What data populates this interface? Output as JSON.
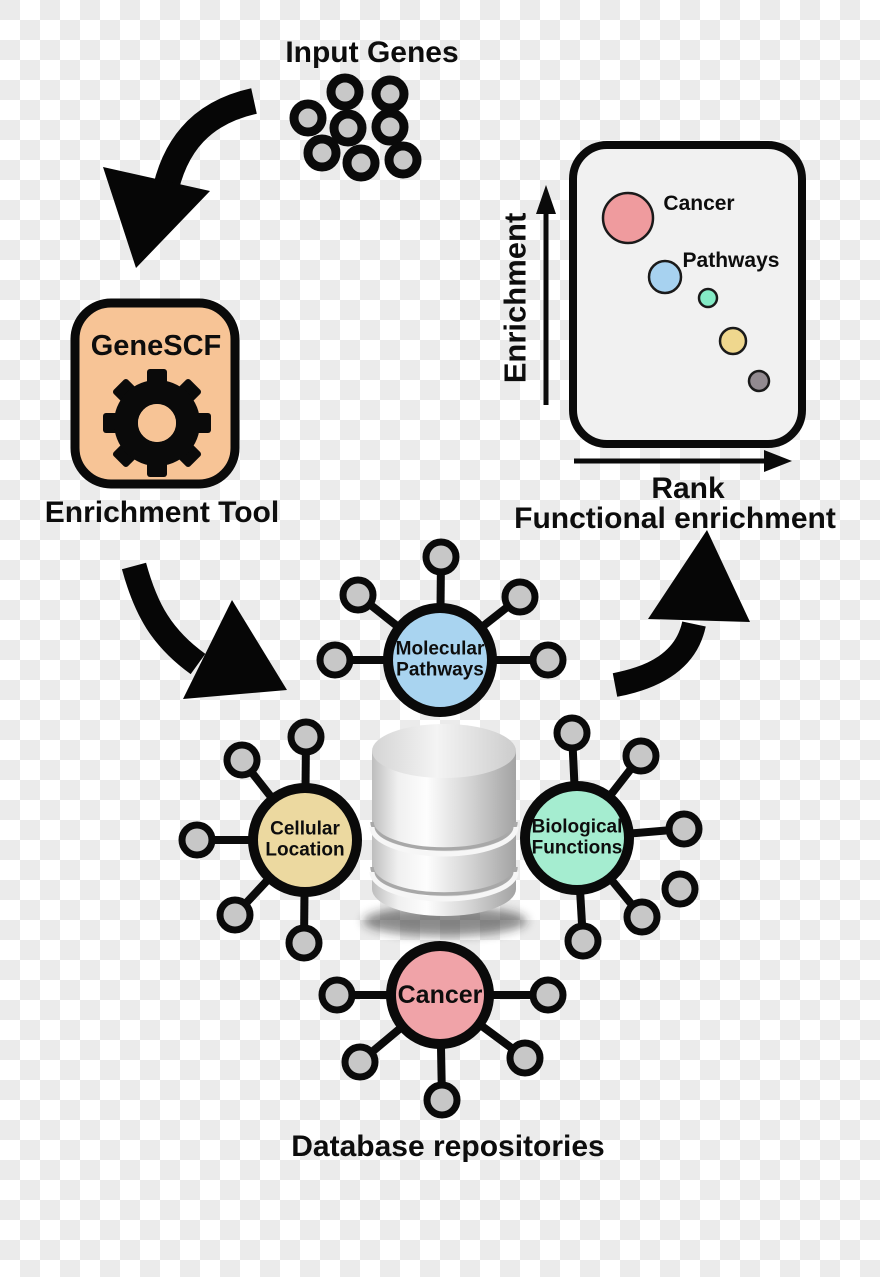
{
  "header": {
    "input_genes_label": "Input Genes"
  },
  "tool": {
    "name": "GeneSCF",
    "caption": "Enrichment Tool",
    "box_color": "#f7c496",
    "icon": "gear-icon"
  },
  "result_chart": {
    "y_axis_label": "Enrichment",
    "x_axis_label": "Rank",
    "caption": "Functional enrichment",
    "panel_color": "#f1f1f1",
    "bubbles": [
      {
        "label": "Cancer",
        "color": "#ef9b9e"
      },
      {
        "label": "Pathways",
        "color": "#a7d2f0"
      },
      {
        "label": "",
        "color": "#84ebc6"
      },
      {
        "label": "",
        "color": "#efd78e"
      },
      {
        "label": "",
        "color": "#928a90"
      }
    ]
  },
  "network": {
    "caption": "Database repositories",
    "satellite_color": "#c7c7c7",
    "repository_icon": "database-cylinder-icon",
    "hubs": [
      {
        "id": "molecular-pathways",
        "line1": "Molecular",
        "line2": "Pathways",
        "color": "#a9d4f0"
      },
      {
        "id": "cellular-location",
        "line1": "Cellular",
        "line2": "Location",
        "color": "#ecd9a0"
      },
      {
        "id": "biological-functions",
        "line1": "Biological",
        "line2": "Functions",
        "color": "#a5edd0"
      },
      {
        "id": "cancer",
        "line1": "Cancer",
        "line2": "",
        "color": "#f0a3a8"
      }
    ]
  },
  "icons": {
    "genes": "gene-cluster-icon",
    "tool": "gear-icon",
    "repository": "database-cylinder-icon",
    "flow": [
      "curved-arrow-down-left",
      "curved-arrow-down-right",
      "curved-arrow-up-right"
    ]
  },
  "chart_data": {
    "type": "scatter",
    "title": "Functional enrichment",
    "xlabel": "Rank",
    "ylabel": "Enrichment",
    "legend": "none",
    "grid": false,
    "axis_style": "bare arrows, no ticks, no tick labels",
    "points": [
      {
        "label": "Cancer",
        "rank": 1,
        "enrichment": 0.88,
        "bubble_radius_px": 25,
        "color": "#ef9b9e"
      },
      {
        "label": "Pathways",
        "rank": 2,
        "enrichment": 0.66,
        "bubble_radius_px": 16,
        "color": "#a7d2f0"
      },
      {
        "label": "",
        "rank": 3,
        "enrichment": 0.58,
        "bubble_radius_px": 9,
        "color": "#84ebc6"
      },
      {
        "label": "",
        "rank": 4,
        "enrichment": 0.42,
        "bubble_radius_px": 13,
        "color": "#efd78e"
      },
      {
        "label": "",
        "rank": 5,
        "enrichment": 0.27,
        "bubble_radius_px": 10,
        "color": "#928a90"
      }
    ]
  }
}
